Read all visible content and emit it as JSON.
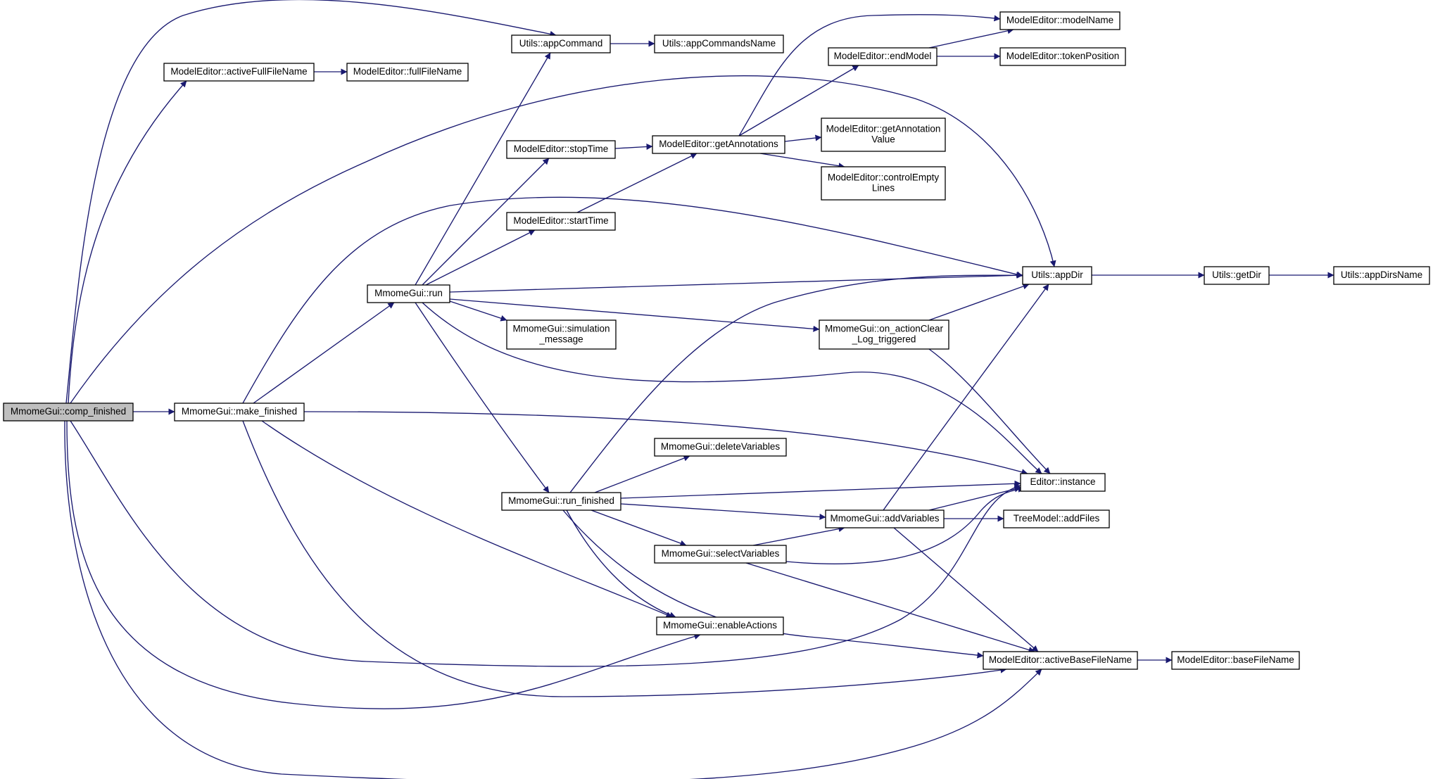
{
  "colors": {
    "edge": "#191970",
    "node_border": "#000000",
    "node_fill": "#ffffff",
    "root_fill": "#bfbfbf"
  },
  "nodes": [
    {
      "id": "comp_finished",
      "lines": [
        "MmomeGui::comp_finished"
      ],
      "root": true
    },
    {
      "id": "activeFullFileName",
      "lines": [
        "ModelEditor::activeFullFileName"
      ]
    },
    {
      "id": "fullFileName",
      "lines": [
        "ModelEditor::fullFileName"
      ]
    },
    {
      "id": "appCommand",
      "lines": [
        "Utils::appCommand"
      ]
    },
    {
      "id": "appCommandsName",
      "lines": [
        "Utils::appCommandsName"
      ]
    },
    {
      "id": "endModel",
      "lines": [
        "ModelEditor::endModel"
      ]
    },
    {
      "id": "modelName",
      "lines": [
        "ModelEditor::modelName"
      ]
    },
    {
      "id": "tokenPosition",
      "lines": [
        "ModelEditor::tokenPosition"
      ]
    },
    {
      "id": "stopTime",
      "lines": [
        "ModelEditor::stopTime"
      ]
    },
    {
      "id": "getAnnotations",
      "lines": [
        "ModelEditor::getAnnotations"
      ]
    },
    {
      "id": "getAnnotationValue",
      "lines": [
        "ModelEditor::getAnnotation",
        "Value"
      ]
    },
    {
      "id": "controlEmptyLines",
      "lines": [
        "ModelEditor::controlEmpty",
        "Lines"
      ]
    },
    {
      "id": "startTime",
      "lines": [
        "ModelEditor::startTime"
      ]
    },
    {
      "id": "run",
      "lines": [
        "MmomeGui::run"
      ]
    },
    {
      "id": "appDir",
      "lines": [
        "Utils::appDir"
      ]
    },
    {
      "id": "getDir",
      "lines": [
        "Utils::getDir"
      ]
    },
    {
      "id": "appDirsName",
      "lines": [
        "Utils::appDirsName"
      ]
    },
    {
      "id": "simulation_message",
      "lines": [
        "MmomeGui::simulation",
        "_message"
      ]
    },
    {
      "id": "on_actionClear",
      "lines": [
        "MmomeGui::on_actionClear",
        "_Log_triggered"
      ]
    },
    {
      "id": "make_finished",
      "lines": [
        "MmomeGui::make_finished"
      ]
    },
    {
      "id": "deleteVariables",
      "lines": [
        "MmomeGui::deleteVariables"
      ]
    },
    {
      "id": "editorInstance",
      "lines": [
        "Editor::instance"
      ]
    },
    {
      "id": "run_finished",
      "lines": [
        "MmomeGui::run_finished"
      ]
    },
    {
      "id": "addVariables",
      "lines": [
        "MmomeGui::addVariables"
      ]
    },
    {
      "id": "addFiles",
      "lines": [
        "TreeModel::addFiles"
      ]
    },
    {
      "id": "selectVariables",
      "lines": [
        "MmomeGui::selectVariables"
      ]
    },
    {
      "id": "enableActions",
      "lines": [
        "MmomeGui::enableActions"
      ]
    },
    {
      "id": "activeBaseFileName",
      "lines": [
        "ModelEditor::activeBaseFileName"
      ]
    },
    {
      "id": "baseFileName",
      "lines": [
        "ModelEditor::baseFileName"
      ]
    }
  ],
  "edges": [
    [
      "comp_finished",
      "appCommand"
    ],
    [
      "comp_finished",
      "activeFullFileName"
    ],
    [
      "comp_finished",
      "appDir"
    ],
    [
      "comp_finished",
      "make_finished"
    ],
    [
      "comp_finished",
      "editorInstance"
    ],
    [
      "comp_finished",
      "enableActions"
    ],
    [
      "comp_finished",
      "activeBaseFileName"
    ],
    [
      "activeFullFileName",
      "fullFileName"
    ],
    [
      "appCommand",
      "appCommandsName"
    ],
    [
      "endModel",
      "modelName"
    ],
    [
      "endModel",
      "tokenPosition"
    ],
    [
      "stopTime",
      "getAnnotations"
    ],
    [
      "getAnnotations",
      "modelName"
    ],
    [
      "getAnnotations",
      "endModel"
    ],
    [
      "getAnnotations",
      "getAnnotationValue"
    ],
    [
      "getAnnotations",
      "controlEmptyLines"
    ],
    [
      "startTime",
      "getAnnotations"
    ],
    [
      "run",
      "appCommand"
    ],
    [
      "run",
      "stopTime"
    ],
    [
      "run",
      "startTime"
    ],
    [
      "run",
      "appDir"
    ],
    [
      "run",
      "simulation_message"
    ],
    [
      "run",
      "on_actionClear"
    ],
    [
      "run",
      "editorInstance"
    ],
    [
      "run",
      "run_finished"
    ],
    [
      "appDir",
      "getDir"
    ],
    [
      "getDir",
      "appDirsName"
    ],
    [
      "on_actionClear",
      "appDir"
    ],
    [
      "on_actionClear",
      "editorInstance"
    ],
    [
      "make_finished",
      "run"
    ],
    [
      "make_finished",
      "appDir"
    ],
    [
      "make_finished",
      "editorInstance"
    ],
    [
      "make_finished",
      "enableActions"
    ],
    [
      "make_finished",
      "activeBaseFileName"
    ],
    [
      "run_finished",
      "appDir"
    ],
    [
      "run_finished",
      "deleteVariables"
    ],
    [
      "run_finished",
      "editorInstance"
    ],
    [
      "run_finished",
      "addVariables"
    ],
    [
      "run_finished",
      "selectVariables"
    ],
    [
      "run_finished",
      "enableActions"
    ],
    [
      "run_finished",
      "activeBaseFileName"
    ],
    [
      "addVariables",
      "appDir"
    ],
    [
      "addVariables",
      "editorInstance"
    ],
    [
      "addVariables",
      "addFiles"
    ],
    [
      "addVariables",
      "activeBaseFileName"
    ],
    [
      "selectVariables",
      "addVariables"
    ],
    [
      "selectVariables",
      "editorInstance"
    ],
    [
      "selectVariables",
      "activeBaseFileName"
    ],
    [
      "activeBaseFileName",
      "baseFileName"
    ]
  ]
}
